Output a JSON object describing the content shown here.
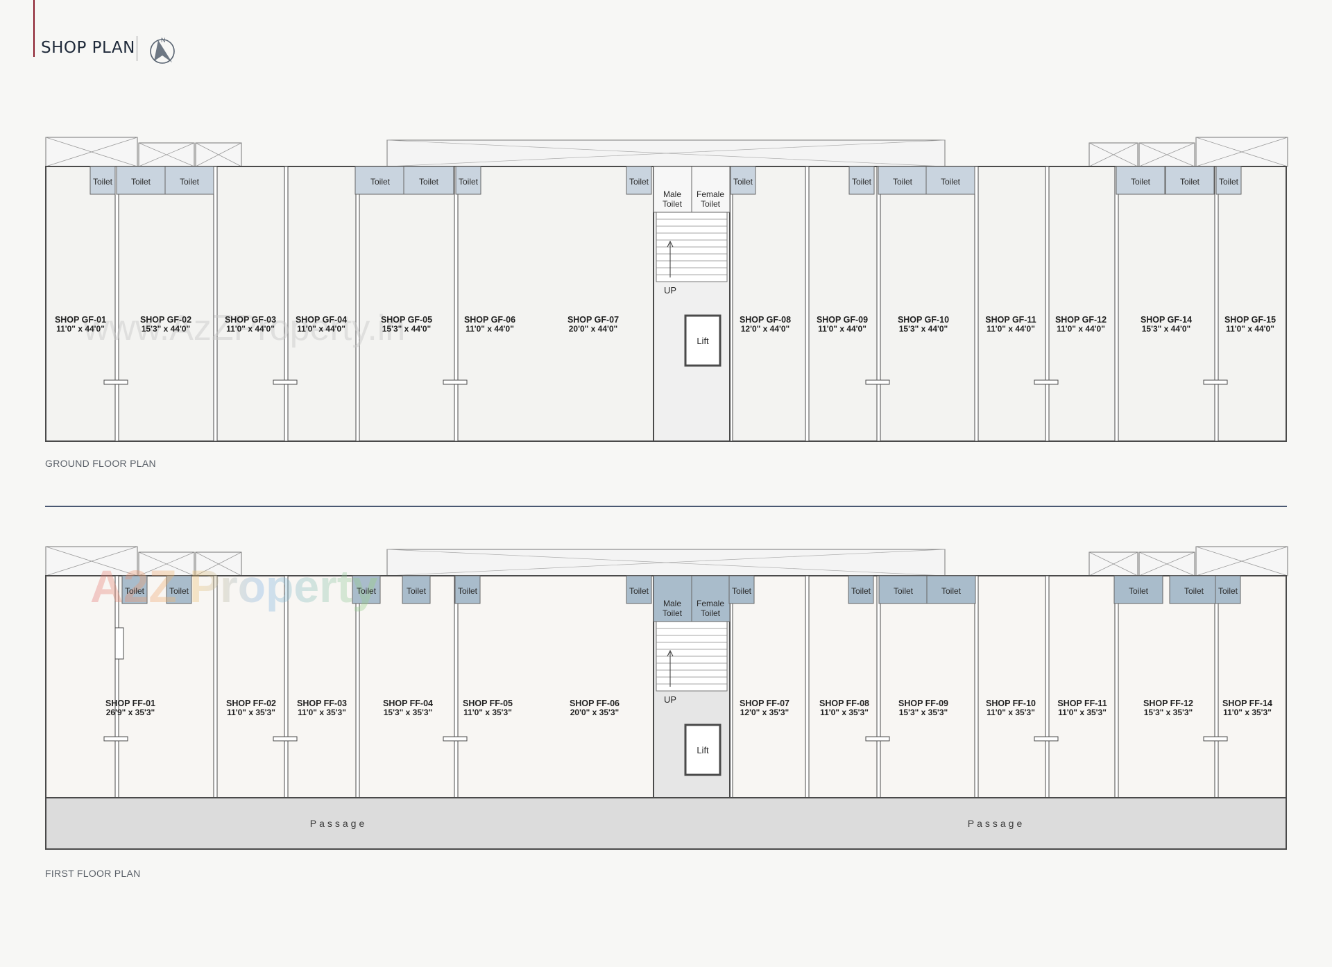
{
  "header": {
    "title": "SHOP PLAN",
    "north_icon": "north-arrow-icon",
    "accent_color": "#8a1c2b"
  },
  "ground_floor": {
    "caption": "GROUND FLOOR PLAN",
    "watermark": "www.AzZProperty.in",
    "shops": [
      {
        "name": "SHOP GF-01",
        "size": "11'0\" x 44'0\""
      },
      {
        "name": "SHOP GF-02",
        "size": "15'3\" x 44'0\""
      },
      {
        "name": "SHOP GF-03",
        "size": "11'0\" x 44'0\""
      },
      {
        "name": "SHOP GF-04",
        "size": "11'0\" x 44'0\""
      },
      {
        "name": "SHOP GF-05",
        "size": "15'3\" x 44'0\""
      },
      {
        "name": "SHOP GF-06",
        "size": "11'0\" x 44'0\""
      },
      {
        "name": "SHOP GF-07",
        "size": "20'0\" x 44'0\""
      },
      {
        "name": "SHOP GF-08",
        "size": "12'0\" x 44'0\""
      },
      {
        "name": "SHOP GF-09",
        "size": "11'0\" x 44'0\""
      },
      {
        "name": "SHOP GF-10",
        "size": "15'3\" x 44'0\""
      },
      {
        "name": "SHOP GF-11",
        "size": "11'0\" x 44'0\""
      },
      {
        "name": "SHOP GF-12",
        "size": "11'0\" x 44'0\""
      },
      {
        "name": "SHOP GF-14",
        "size": "15'3\" x 44'0\""
      },
      {
        "name": "SHOP GF-15",
        "size": "11'0\" x 44'0\""
      }
    ],
    "toilet_label": "Toilet",
    "male_toilet": [
      "Male",
      "Toilet"
    ],
    "female_toilet": [
      "Female",
      "Toilet"
    ],
    "stair_label": "UP",
    "lift_label": "Lift"
  },
  "first_floor": {
    "caption": "FIRST FLOOR PLAN",
    "watermark": "A2Z Property",
    "shops": [
      {
        "name": "SHOP FF-01",
        "size": "26'9\" x 35'3\""
      },
      {
        "name": "SHOP FF-02",
        "size": "11'0\" x 35'3\""
      },
      {
        "name": "SHOP FF-03",
        "size": "11'0\" x 35'3\""
      },
      {
        "name": "SHOP FF-04",
        "size": "15'3\" x 35'3\""
      },
      {
        "name": "SHOP FF-05",
        "size": "11'0\" x 35'3\""
      },
      {
        "name": "SHOP FF-06",
        "size": "20'0\" x 35'3\""
      },
      {
        "name": "SHOP FF-07",
        "size": "12'0\" x 35'3\""
      },
      {
        "name": "SHOP FF-08",
        "size": "11'0\" x 35'3\""
      },
      {
        "name": "SHOP FF-09",
        "size": "15'3\" x 35'3\""
      },
      {
        "name": "SHOP FF-10",
        "size": "11'0\" x 35'3\""
      },
      {
        "name": "SHOP FF-11",
        "size": "11'0\" x 35'3\""
      },
      {
        "name": "SHOP FF-12",
        "size": "15'3\" x 35'3\""
      },
      {
        "name": "SHOP FF-14",
        "size": "11'0\" x 35'3\""
      }
    ],
    "toilet_label": "Toilet",
    "male_toilet": [
      "Male",
      "Toilet"
    ],
    "female_toilet": [
      "Female",
      "Toilet"
    ],
    "stair_label": "UP",
    "lift_label": "Lift",
    "passage_labels": [
      "Passage",
      "Passage"
    ]
  },
  "colors": {
    "floor_fill": "#f3f3f1",
    "ff_floor_fill": "#f8f6f3",
    "wall": "#4a4a4a",
    "toilet_fill_gf": "#c9d4df",
    "toilet_fill_ff": "#a9bccb",
    "passage_fill": "#dcdcdc",
    "divider": "#4a5872"
  }
}
